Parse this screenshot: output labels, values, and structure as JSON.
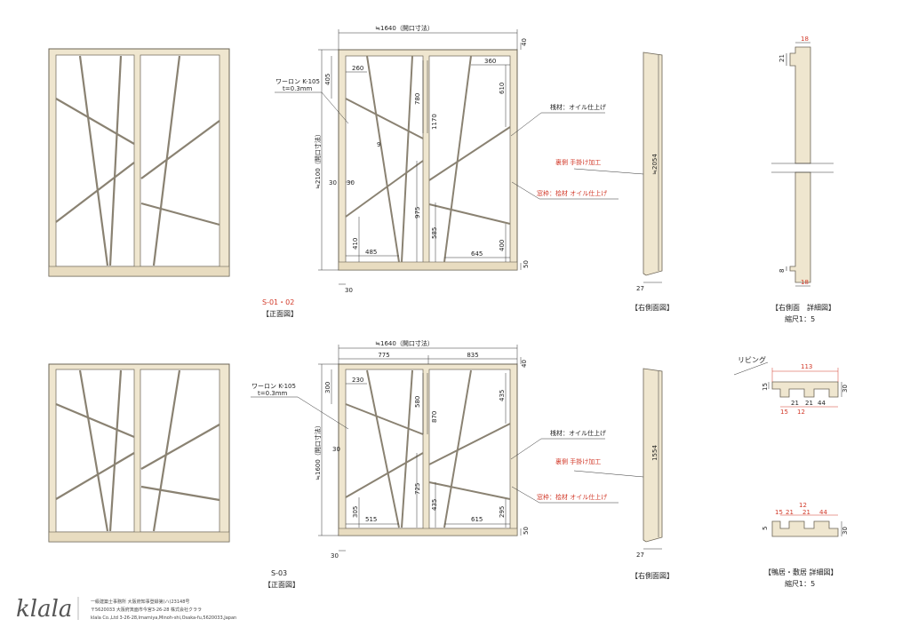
{
  "top": {
    "overall_width": "≒1640（開口寸法）",
    "overall_height": "≒2100（開口寸法）",
    "side_height": "≒2054",
    "dims": {
      "d40": "40",
      "d405": "405",
      "d260": "260",
      "d780": "780",
      "d1170": "1170",
      "d360": "360",
      "d610": "610",
      "d9": "9",
      "d30a": "30",
      "d30b": "30",
      "d975": "975",
      "d585": "585",
      "d410": "410",
      "d485": "485",
      "d645": "645",
      "d400": "400",
      "d50": "50",
      "d30c": "30",
      "d27": "27"
    },
    "note_material": "ワーロン K-105",
    "note_thickness": "t=0.3mm",
    "note_rail": "桟材：オイル仕上げ",
    "note_back": "裏側 手掛け加工",
    "note_frame": "窓枠：桧材 オイル仕上げ",
    "code": "S-01・02",
    "front_label": "【正面図】",
    "side_label": "【右側面図】",
    "detail_label": "【右側面　詳細図】",
    "detail_scale": "縮尺1：5",
    "detail_dims": {
      "a18": "18",
      "a21": "21",
      "a8": "8",
      "b18": "18"
    }
  },
  "bottom": {
    "overall_width": "≒1640（開口寸法）",
    "overall_height": "≒1600（開口寸法）",
    "side_height": "1554",
    "dims": {
      "d775": "775",
      "d835": "835",
      "d40": "40",
      "d300": "300",
      "d230": "230",
      "d580": "580",
      "d870": "870",
      "d435a": "435",
      "d30": "30",
      "d725": "725",
      "d435b": "435",
      "d305": "305",
      "d515": "515",
      "d615": "615",
      "d295": "295",
      "d50": "50",
      "d30b": "30",
      "d27": "27"
    },
    "note_material": "ワーロン K-105",
    "note_thickness": "t=0.3mm",
    "note_rail": "桟材：オイル仕上げ",
    "note_back": "裏側 手掛け加工",
    "note_frame": "窓枠：桧材 オイル仕上げ",
    "code": "S-03",
    "front_label": "【正面図】",
    "side_label": "【右側面図】",
    "rib_label": "リビング",
    "detail_label": "【鴨居・敷居 詳細図】",
    "detail_scale": "縮尺1：5",
    "upper_dims": {
      "w113": "113",
      "h15": "15",
      "h30": "30",
      "a21": "21",
      "a21b": "21",
      "a44": "44",
      "a15": "15",
      "a12": "12"
    },
    "lower_dims": {
      "a12": "12",
      "a15": "15",
      "a21": "21",
      "a21b": "21",
      "a44": "44",
      "h5": "5",
      "h30": "30"
    }
  },
  "footer": {
    "logo": "klala",
    "line1": "一級建築士事務所 大阪府知事登録第(ハ)23148号",
    "line2": "〒5620033 大阪府箕面市今宮3-26-28 株式会社クララ",
    "line3": "klala Co.,Ltd 3-26-28,Imamiya,Minoh-shi,Osaka-fu,5620033,Japan"
  },
  "colors": {
    "wood": "#efe6cf",
    "wood_edge": "#6b6456",
    "accent_red": "#d23a2a",
    "slat": "#8a8272"
  }
}
